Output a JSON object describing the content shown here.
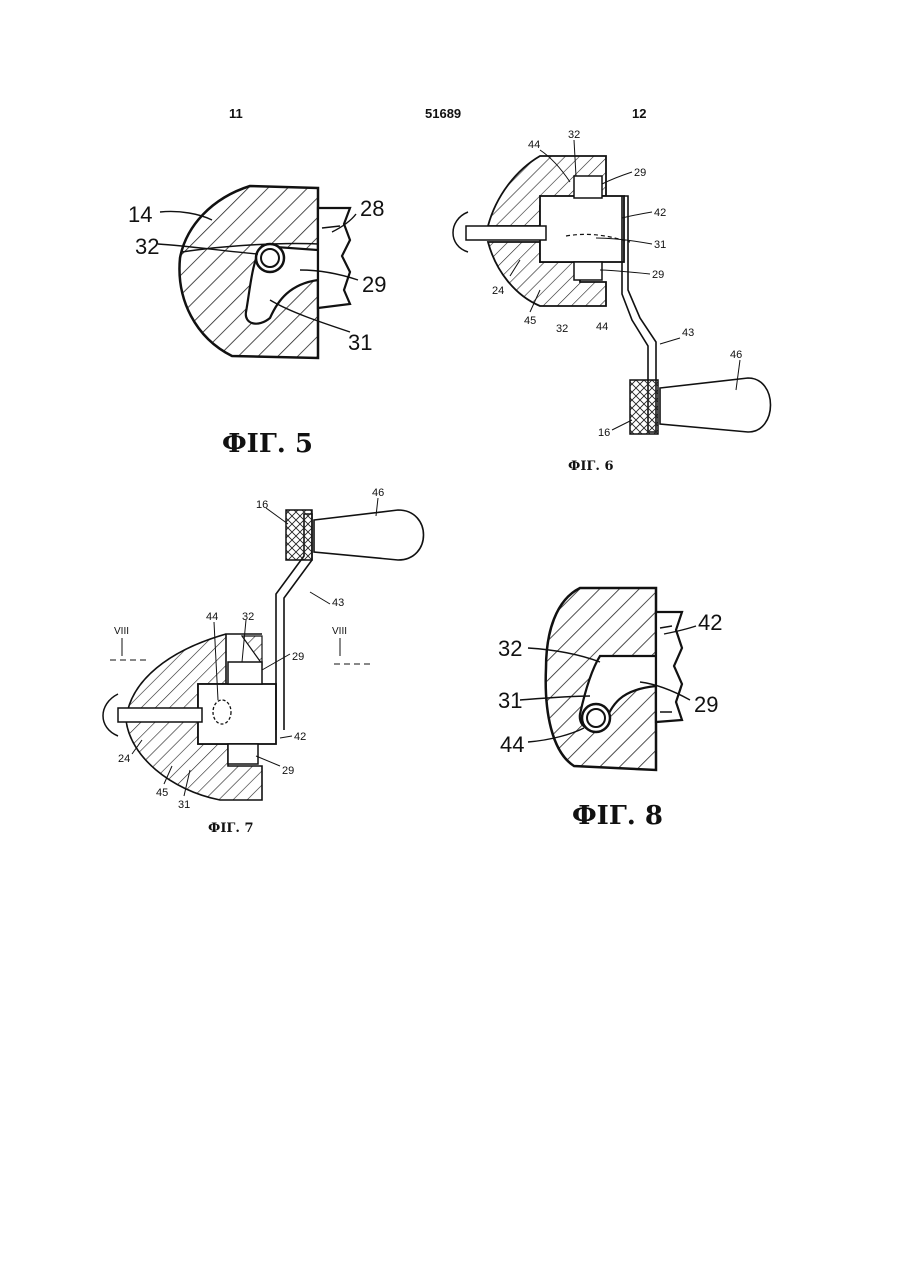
{
  "header": {
    "left_page": "11",
    "doc_number": "51689",
    "right_page": "12"
  },
  "fig5": {
    "caption": "ФІГ. 5",
    "labels": {
      "l14": "14",
      "l28": "28",
      "l32": "32",
      "l29": "29",
      "l31": "31"
    }
  },
  "fig6": {
    "caption": "ФІГ. 6",
    "labels": {
      "l44a": "44",
      "l32a": "32",
      "l29a": "29",
      "l42": "42",
      "l31": "31",
      "l24": "24",
      "l29b": "29",
      "l45": "45",
      "l32b": "32",
      "l44b": "44",
      "l43": "43",
      "l46": "46",
      "l16": "16"
    }
  },
  "fig7": {
    "caption": "ФІГ. 7",
    "labels": {
      "l16": "16",
      "l46": "46",
      "l43": "43",
      "l44": "44",
      "l32": "32",
      "l29a": "29",
      "l42": "42",
      "l29b": "29",
      "l24": "24",
      "l45": "45",
      "l31": "31",
      "sec_l": "VIII",
      "sec_r": "VIII"
    }
  },
  "fig8": {
    "caption": "ФІГ. 8",
    "labels": {
      "l42": "42",
      "l32": "32",
      "l31": "31",
      "l29": "29",
      "l44": "44"
    }
  }
}
